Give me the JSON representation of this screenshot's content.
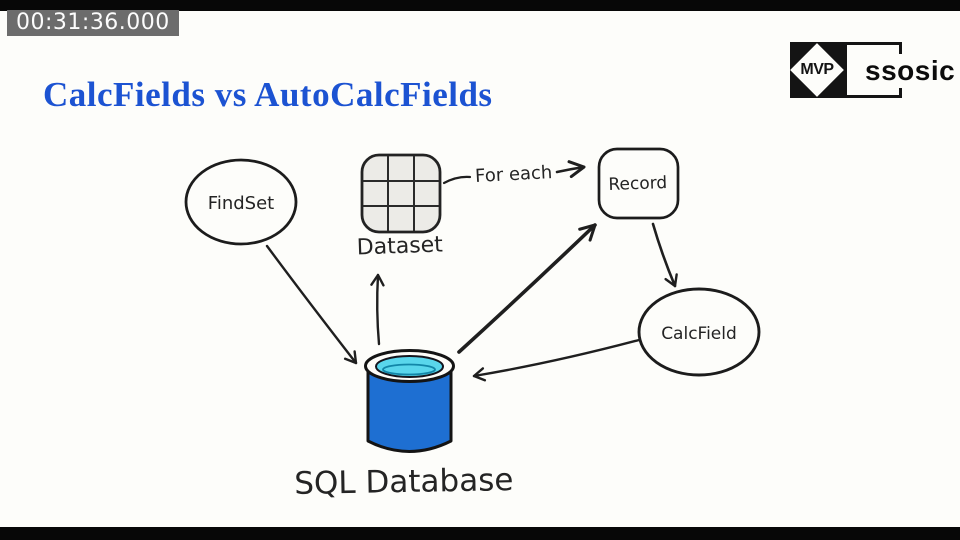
{
  "player": {
    "timestamp": "00:31:36.000"
  },
  "slide": {
    "title": "CalcFields vs AutoCalcFields"
  },
  "logo": {
    "mvp": "MVP",
    "brand": "ssosic"
  },
  "diagram": {
    "findset_label": "FindSet",
    "dataset_label": "Dataset",
    "for_each_label": "For each",
    "record_label": "Record",
    "calcfield_label": "CalcField",
    "database_label": "SQL Database",
    "edges": [
      {
        "from": "FindSet",
        "to": "SQL Database"
      },
      {
        "from": "SQL Database",
        "to": "Dataset"
      },
      {
        "from": "SQL Database",
        "to": "Record",
        "style": "thick"
      },
      {
        "from": "Dataset",
        "to": "Record",
        "label": "For each"
      },
      {
        "from": "Record",
        "to": "CalcField"
      },
      {
        "from": "CalcField",
        "to": "SQL Database"
      }
    ],
    "colors": {
      "title_blue": "#1c53d2",
      "stroke": "#1f1f1f",
      "db_body": "#1e6fd2",
      "db_water": "#59d6ec",
      "grid_fill": "#ecebe7",
      "timestamp_bg": "#6c6c6c"
    }
  }
}
